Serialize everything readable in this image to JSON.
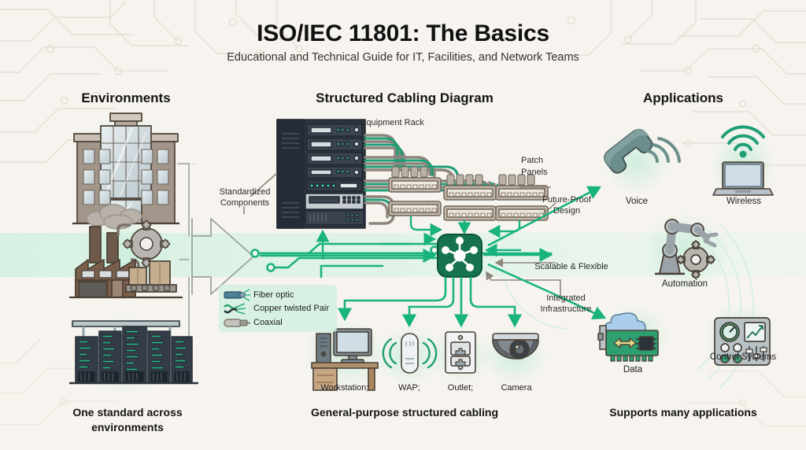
{
  "header": {
    "title": "ISO/IEC 11801: The Basics",
    "subtitle": "Educational and Technical Guide for IT, Facilities, and Network Teams"
  },
  "columns": {
    "left_header": "Environments",
    "center_header": "Structured Cabling Diagram",
    "right_header": "Applications"
  },
  "footers": {
    "left": "One standard across environments",
    "center": "General-purpose structured cabling",
    "right": "Supports many applications"
  },
  "environments": [
    {
      "name": "office-building",
      "icon": "office-building-icon"
    },
    {
      "name": "factory",
      "icon": "factory-icon"
    },
    {
      "name": "data-center",
      "icon": "data-center-racks-icon"
    }
  ],
  "legend": {
    "items": [
      {
        "label": "Fiber optic",
        "icon": "fiber-optic-cable-icon",
        "color": "#4a7f96"
      },
      {
        "label": "Copper twisted Pair",
        "icon": "twisted-pair-cable-icon",
        "color": "#2fae7e"
      },
      {
        "label": "Coaxial",
        "icon": "coaxial-cable-icon",
        "color": "#9a9a95"
      }
    ]
  },
  "annotations": {
    "standardized_components": "Standardized\nComponents",
    "standardized_components_l1": "Standardized",
    "standardized_components_l2": "Components",
    "equipment_rack": "Equipment Rack",
    "patch_panels_l1": "Patch",
    "patch_panels_l2": "Panels",
    "future_proof_l1": "Future-Proof",
    "future_proof_l2": "Design",
    "scalable_flexible": "Scalable & Flexible",
    "integrated_l1": "Integrated",
    "integrated_l2": "Infrastructure"
  },
  "devices": [
    {
      "label": "Workstation;",
      "icon": "workstation-desk-icon"
    },
    {
      "label": "WAP;",
      "icon": "wireless-access-point-icon"
    },
    {
      "label": "Outlet;",
      "icon": "wall-outlet-icon"
    },
    {
      "label": "Camera",
      "icon": "dome-camera-icon"
    }
  ],
  "applications": [
    {
      "label": "Voice",
      "icon": "telephone-handset-icon"
    },
    {
      "label": "Wireless",
      "icon": "laptop-wifi-icon"
    },
    {
      "label": "Automation",
      "icon": "robot-arm-gear-icon"
    },
    {
      "label": "Data",
      "icon": "network-card-cloud-icon"
    },
    {
      "label": "Control Systems",
      "icon": "control-panel-icon"
    }
  ],
  "center_node": {
    "icon": "network-switch-hub-icon"
  },
  "colors": {
    "background": "#f7f4ef",
    "accent_green": "#19b37e",
    "deep_green": "#16734e",
    "band_green": "#d8f2e4",
    "halo_green": "#d9f0e3",
    "cable_grey": "#8e857c",
    "rack_dark": "#2b333d",
    "text": "#1e1e1e"
  }
}
